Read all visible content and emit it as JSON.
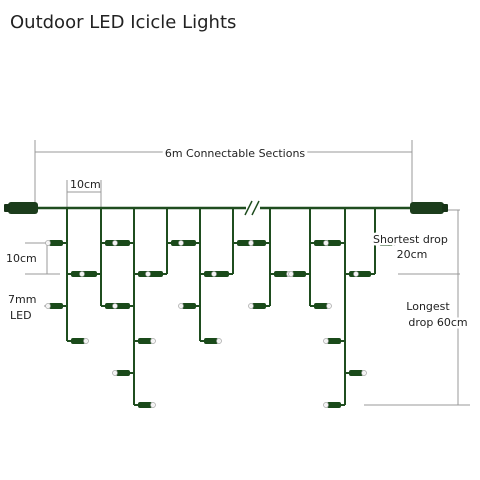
{
  "title": "Outdoor LED Icicle Lights",
  "labels": {
    "sections": "6m Connectable Sections",
    "spacing_width": "10cm",
    "spacing_height": "10cm",
    "led_size_line1": "7mm",
    "led_size_line2": "LED",
    "shortest_drop_line1": "Shortest drop",
    "shortest_drop_line2": "20cm",
    "longest_drop_line1": "Longest",
    "longest_drop_line2": "drop 60cm"
  },
  "colors": {
    "wire": "#1f4d1f",
    "bulb_body": "#1a4a1a",
    "bulb_tip": "#f4f4f4",
    "connector": "#1c3d1c",
    "dimension_line": "#999999",
    "text": "#222222"
  },
  "icons": {
    "break_mark": "double-slash-break-icon",
    "connector": "plug-connector-icon",
    "led": "led-bulb-icon"
  }
}
